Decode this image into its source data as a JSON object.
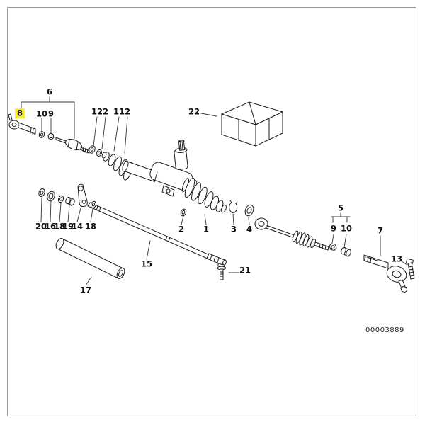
{
  "diagram": {
    "type": "exploded-parts-diagram",
    "subject": "steering rack / tie rod assembly",
    "drawing_number": "00003889",
    "highlight_color": "#f4ec3a",
    "line_color": "#1c1c1c",
    "labels": [
      {
        "id": "6",
        "text": "6",
        "highlighted": false
      },
      {
        "id": "8",
        "text": "8",
        "highlighted": true
      },
      {
        "id": "10-left",
        "text": "10",
        "highlighted": false
      },
      {
        "id": "9-left",
        "text": "9",
        "highlighted": false
      },
      {
        "id": "12",
        "text": "12",
        "highlighted": false
      },
      {
        "id": "2-a",
        "text": "2",
        "highlighted": false
      },
      {
        "id": "11",
        "text": "11",
        "highlighted": false
      },
      {
        "id": "2-b",
        "text": "2",
        "highlighted": false
      },
      {
        "id": "22",
        "text": "22",
        "highlighted": false
      },
      {
        "id": "20",
        "text": "20",
        "highlighted": false
      },
      {
        "id": "16",
        "text": "16",
        "highlighted": false
      },
      {
        "id": "18-a",
        "text": "18",
        "highlighted": false
      },
      {
        "id": "19",
        "text": "19",
        "highlighted": false
      },
      {
        "id": "14",
        "text": "14",
        "highlighted": false
      },
      {
        "id": "18-b",
        "text": "18",
        "highlighted": false
      },
      {
        "id": "15",
        "text": "15",
        "highlighted": false
      },
      {
        "id": "17",
        "text": "17",
        "highlighted": false
      },
      {
        "id": "2-c",
        "text": "2",
        "highlighted": false
      },
      {
        "id": "1",
        "text": "1",
        "highlighted": false
      },
      {
        "id": "3",
        "text": "3",
        "highlighted": false
      },
      {
        "id": "4",
        "text": "4",
        "highlighted": false
      },
      {
        "id": "5",
        "text": "5",
        "highlighted": false
      },
      {
        "id": "9-right",
        "text": "9",
        "highlighted": false
      },
      {
        "id": "10-right",
        "text": "10",
        "highlighted": false
      },
      {
        "id": "7",
        "text": "7",
        "highlighted": false
      },
      {
        "id": "13",
        "text": "13",
        "highlighted": false
      },
      {
        "id": "21",
        "text": "21",
        "highlighted": false
      }
    ]
  }
}
